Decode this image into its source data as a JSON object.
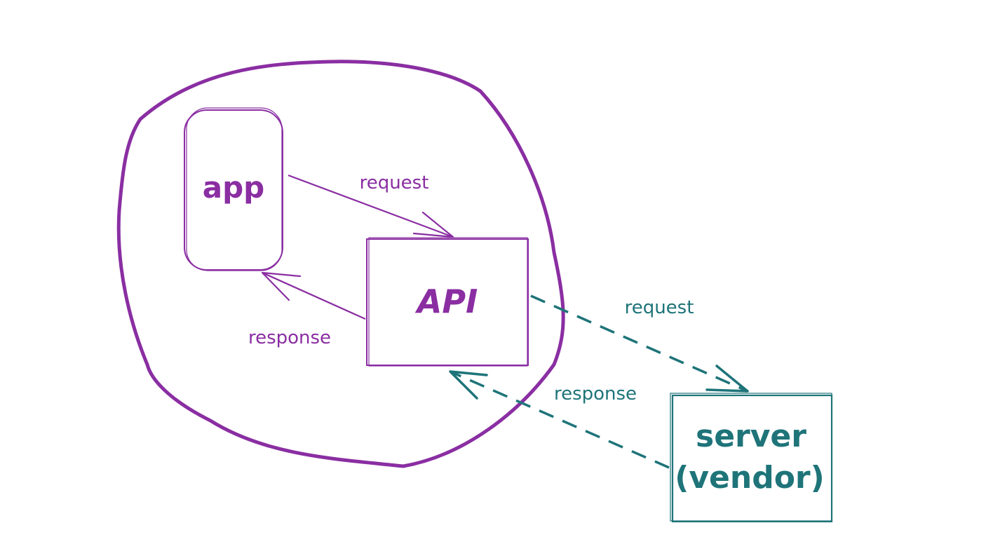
{
  "colors": {
    "purple": "#8a2ea2",
    "teal": "#1e7479",
    "background": "#ffffff"
  },
  "nodes": {
    "app": {
      "label": "app"
    },
    "api": {
      "label": "API"
    },
    "server": {
      "line1": "server",
      "line2": "(vendor)"
    }
  },
  "edges": {
    "app_to_api": {
      "label": "request"
    },
    "api_to_app": {
      "label": "response"
    },
    "api_to_server": {
      "label": "request"
    },
    "server_to_api": {
      "label": "response"
    }
  }
}
